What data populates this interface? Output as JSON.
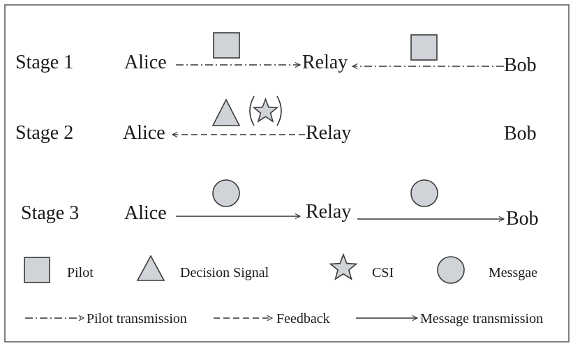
{
  "stages": [
    {
      "label": "Stage 1",
      "from": "Alice",
      "relay": "Relay",
      "to": "Bob"
    },
    {
      "label": "Stage 2",
      "from": "Alice",
      "relay": "Relay",
      "to": "Bob"
    },
    {
      "label": "Stage 3",
      "from": "Alice",
      "relay": "Relay",
      "to": "Bob"
    }
  ],
  "legend": {
    "symbols": [
      {
        "label": "Pilot",
        "icon": "square-icon"
      },
      {
        "label": "Decision Signal",
        "icon": "triangle-icon"
      },
      {
        "label": "CSI",
        "icon": "star-icon"
      },
      {
        "label": "Messgae",
        "icon": "circle-icon"
      }
    ],
    "lines": [
      {
        "label": "Pilot transmission",
        "style": "dash-dot"
      },
      {
        "label": "Feedback",
        "style": "dashed"
      },
      {
        "label": "Message transmission",
        "style": "solid"
      }
    ]
  },
  "colors": {
    "shape_fill": "#d0d3d8",
    "stroke": "#333333",
    "border": "#555555"
  }
}
